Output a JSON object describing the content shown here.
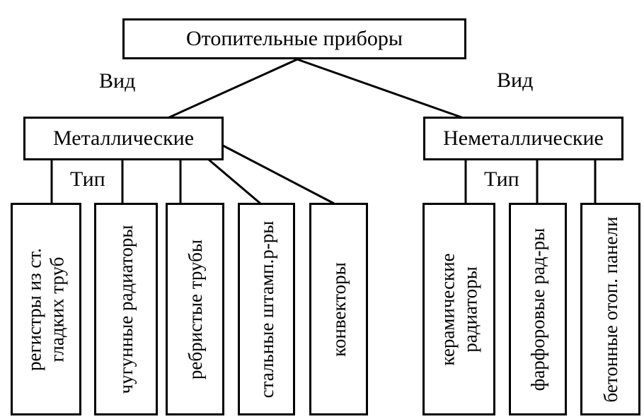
{
  "diagram": {
    "title": "Отопительные приборы",
    "root": {
      "label": "Отопительные приборы"
    },
    "edge_labels": {
      "vid_left": "Вид",
      "vid_right": "Вид",
      "tip_left": "Тип",
      "tip_right": "Тип"
    },
    "categories": [
      {
        "label": "Металлические"
      },
      {
        "label": "Неметаллические"
      }
    ],
    "leaves": [
      {
        "label": "регистры из ст.\nгладких труб",
        "parent": "Металлические"
      },
      {
        "label": "чугунные радиаторы",
        "parent": "Металлические"
      },
      {
        "label": "ребристые трубы",
        "parent": "Металлические"
      },
      {
        "label": "стальные штамп.р-ры",
        "parent": "Металлические"
      },
      {
        "label": "конвекторы",
        "parent": "Металлические"
      },
      {
        "label": "керамические\nрадиаторы",
        "parent": "Неметаллические"
      },
      {
        "label": "фарфоровые рад-ры",
        "parent": "Неметаллические"
      },
      {
        "label": "бетонные отоп. панели",
        "parent": "Неметаллические"
      }
    ],
    "colors": {
      "line": "#000000",
      "box_border": "#000000",
      "box_bg": "#ffffff",
      "text": "#000000"
    }
  }
}
